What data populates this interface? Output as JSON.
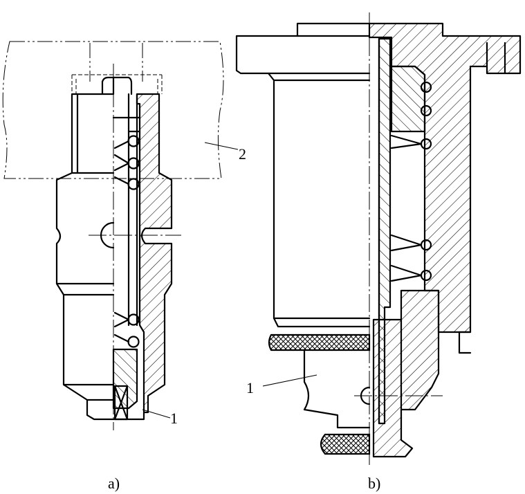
{
  "figure": {
    "panel_a": {
      "caption": "a)",
      "callouts": [
        {
          "text": "1"
        },
        {
          "text": "2"
        }
      ]
    },
    "panel_b": {
      "caption": "b)",
      "callouts": [
        {
          "text": "1"
        }
      ]
    }
  }
}
